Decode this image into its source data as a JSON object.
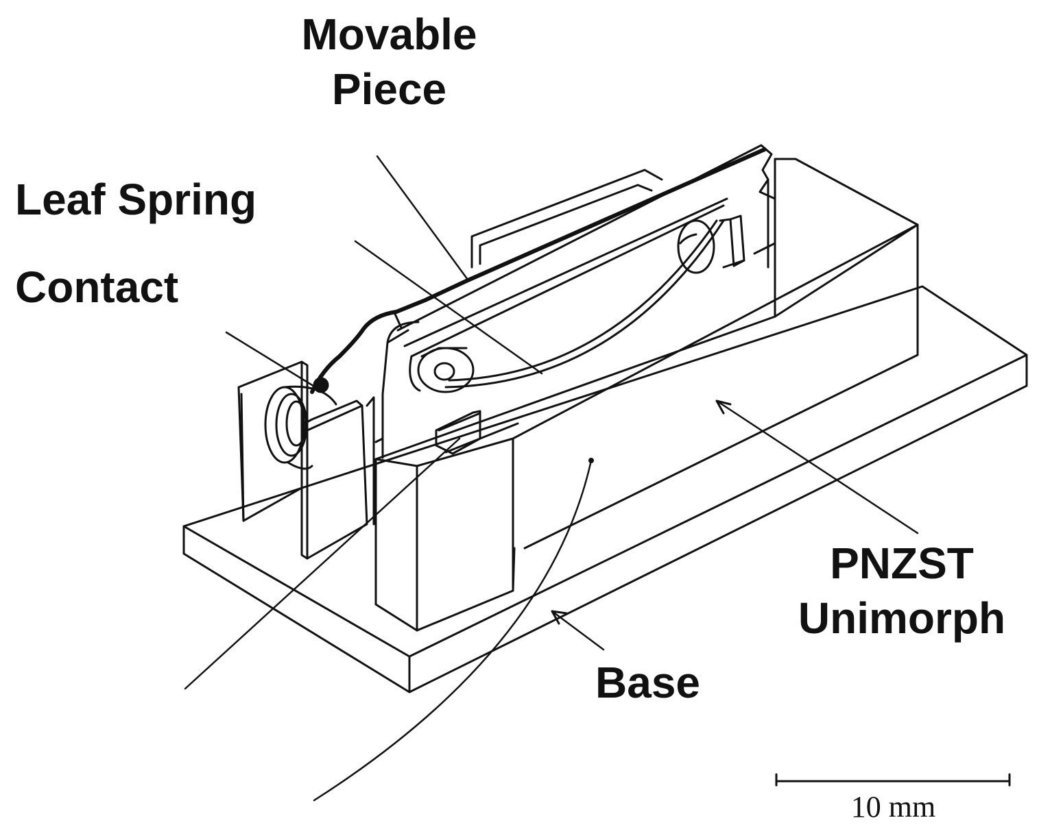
{
  "labels": {
    "movable_piece_line1": "Movable",
    "movable_piece_line2": "Piece",
    "leaf_spring": "Leaf Spring",
    "contact": "Contact",
    "pnzst_line1": "PNZST",
    "pnzst_line2": "Unimorph",
    "base": "Base"
  },
  "scale_bar": {
    "text": "10 mm"
  },
  "colors": {
    "ink": "#111111",
    "background": "#ffffff"
  }
}
